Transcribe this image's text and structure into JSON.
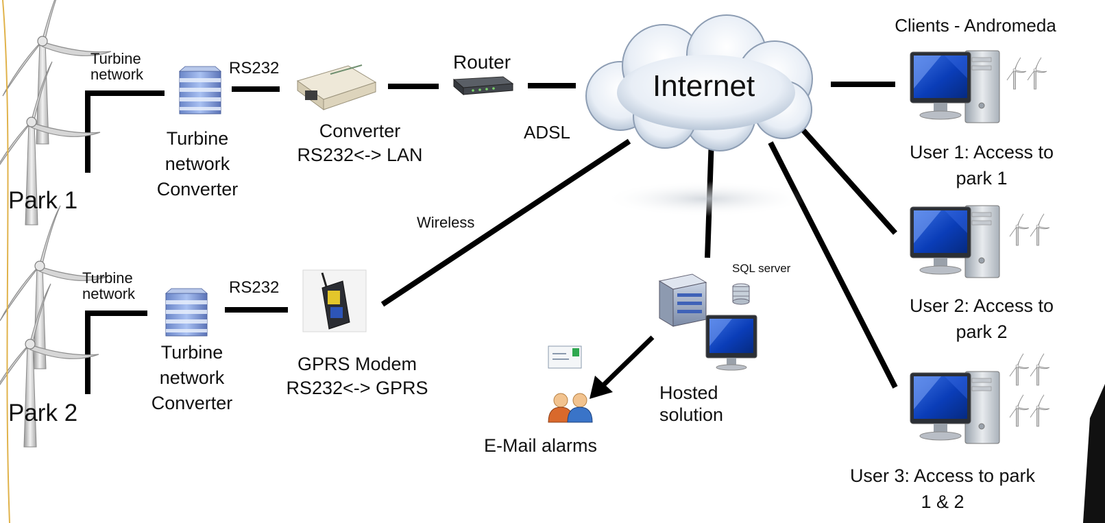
{
  "labels": {
    "clients": "Clients - Andromeda",
    "internet": "Internet",
    "router": "Router",
    "adsl": "ADSL",
    "wireless": "Wireless",
    "sql_server": "SQL server",
    "hosted_solution": "Hosted\nsolution",
    "email_alarms": "E-Mail alarms",
    "park1": "Park 1",
    "park2": "Park 2",
    "turbine_network_1": "Turbine\nnetwork",
    "turbine_network_2": "Turbine\nnetwork",
    "rs232_1": "RS232",
    "rs232_2": "RS232",
    "converter_1": "Turbine\nnetwork\nConverter",
    "converter_2": "Turbine\nnetwork\nConverter",
    "lan_converter": "Converter\nRS232<-> LAN",
    "gprs_modem": "GPRS Modem\nRS232<-> GPRS",
    "user1": "User 1: Access to\npark 1",
    "user2": "User 2: Access to\npark 2",
    "user3": "User 3: Access to park\n1 & 2"
  }
}
